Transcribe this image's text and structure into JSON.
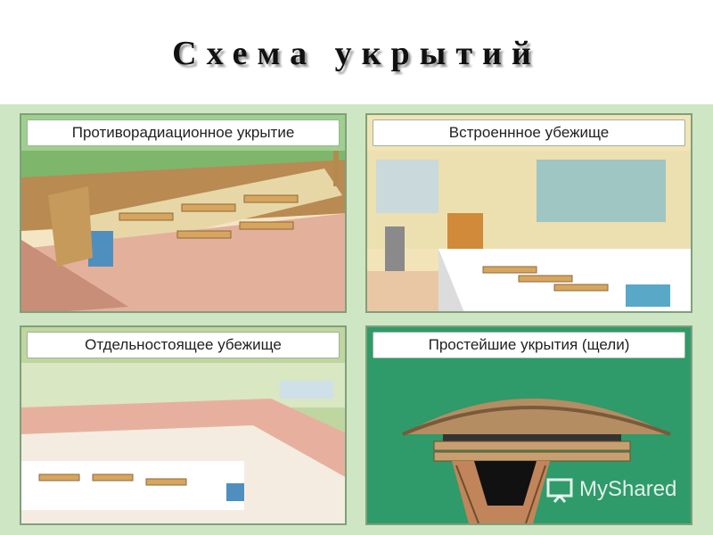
{
  "title": "Схема укрытий",
  "panels": [
    {
      "label": "Противорадиационное укрытие"
    },
    {
      "label": "Встроеннное убежище"
    },
    {
      "label": "Отдельностоящее убежище"
    },
    {
      "label": "Простейшие укрытия (щели)"
    }
  ],
  "watermark": {
    "text": "MyShared"
  }
}
